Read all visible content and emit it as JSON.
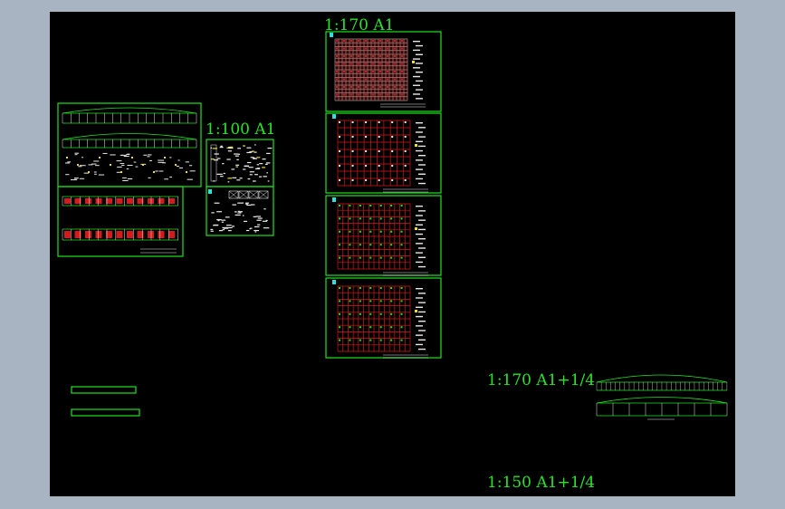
{
  "app": {
    "canvas_background": "#000000",
    "chrome_background": "#a9b4c3",
    "sheet_border_color": "#1fe31f",
    "grid_color_red": "#d41a1a",
    "grid_color_white": "#bfbfbf",
    "cyan_marker_color": "#2ee0e0"
  },
  "labels": {
    "scale_top": "1:170  A1",
    "scale_middle": "1:100  A1",
    "scale_right_upper": "1:170  A1+1/4",
    "scale_right_lower": "1:150  A1+1/4"
  },
  "sheets": [
    {
      "id": "elevation-sheet-top"
    },
    {
      "id": "elevation-sheet-bottom"
    },
    {
      "id": "detail-sheet-top"
    },
    {
      "id": "detail-sheet-bottom"
    },
    {
      "id": "plan-sheet-1"
    },
    {
      "id": "plan-sheet-2"
    },
    {
      "id": "plan-sheet-3"
    },
    {
      "id": "plan-sheet-4"
    },
    {
      "id": "truss-sheet"
    },
    {
      "id": "legend-bar-1"
    },
    {
      "id": "legend-bar-2"
    }
  ]
}
